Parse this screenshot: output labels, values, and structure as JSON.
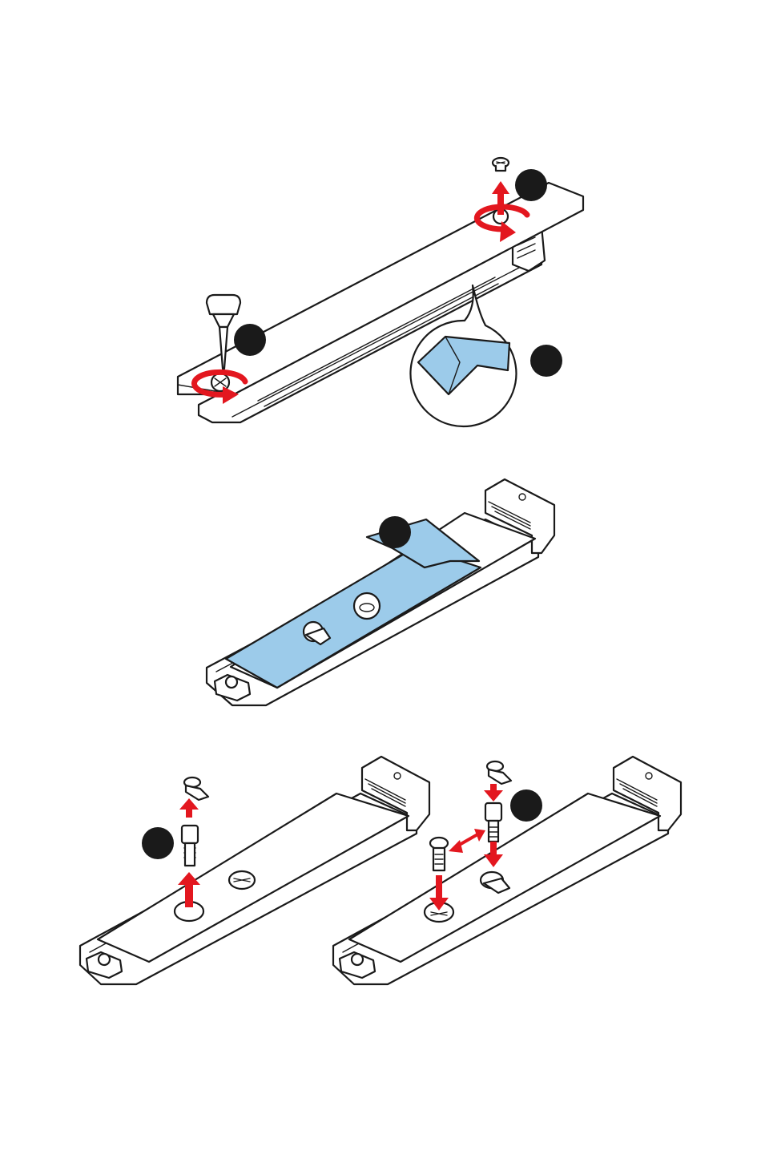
{
  "figure": {
    "steps": [
      "step-1",
      "step-2",
      "step-3",
      "step-4",
      "step-5"
    ],
    "colors": {
      "line": "#1a1a1a",
      "arrow": "#e3171f",
      "thermal_pad": "#9ccbea",
      "background": "#ffffff",
      "step_marker": "#1a1a1a"
    },
    "icons": [
      "screwdriver-icon",
      "rotate-arrow-icon",
      "up-arrow-icon",
      "down-arrow-icon",
      "double-arrow-icon",
      "screw-icon",
      "standoff-icon",
      "thermal-pad-icon",
      "magnifier-callout-icon"
    ]
  }
}
